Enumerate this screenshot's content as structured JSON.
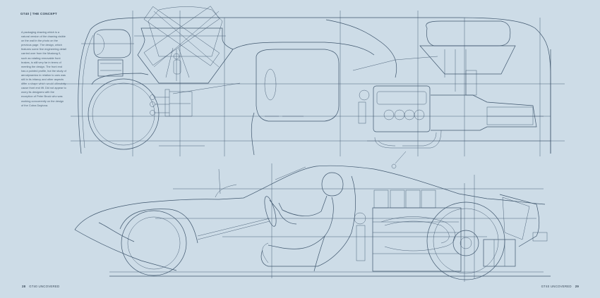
{
  "page": {
    "running_head": "GT40 | THE CONCEPT",
    "caption": "A packaging drawing which is a natural version of the drawing visible on the wall in the photo on the previous page. The design, which features some fine engineering detail carried over from the Mustang II, such as rotating removable front brakes, is still very far in terms of meeting the design. The front end has a pointed profile, but the study of aerodynamics in relation to cars was still in its infancy and other aspects differ a shape which would ultimately cause front end lift. Did not appear to worry its designers with the exception of Peter Brock who was working concurrently on the design of the Cobra Daytona.",
    "folio_left": {
      "number": "28",
      "title": "GT40 UNCOVERED"
    },
    "folio_right": {
      "number": "29",
      "title": "GT40 UNCOVERED"
    }
  },
  "drawing": {
    "subject": "GT40 packaging blueprint",
    "views": [
      "plan-view",
      "side-elevation"
    ],
    "line_color": "#3f566d",
    "background_color": "#cddce7"
  }
}
